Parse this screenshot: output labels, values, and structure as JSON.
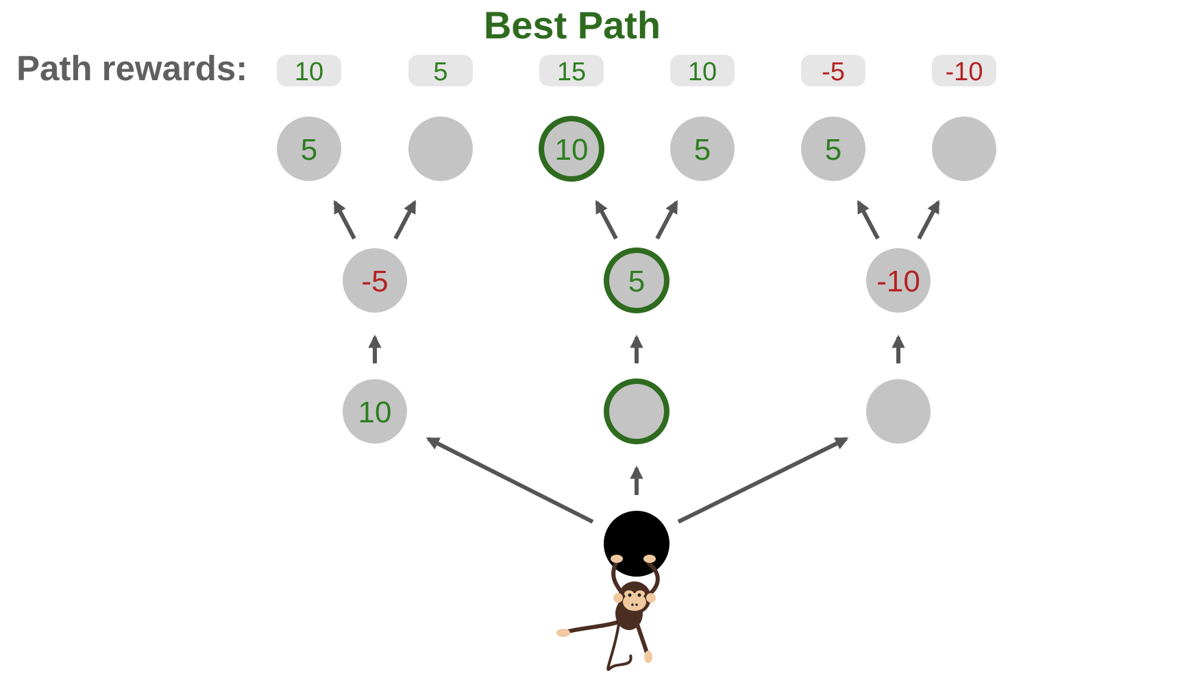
{
  "title": "Best Path",
  "rewards_label": "Path rewards:",
  "colors": {
    "positive": "#2e7d20",
    "negative": "#b52222",
    "best_path": "#2e6b1f",
    "node_fill": "#c4c4c4",
    "pill_fill": "#e6e6e6",
    "arrow": "#555555",
    "root": "#000000"
  },
  "path_rewards": [
    {
      "value": "10",
      "sign": "positive"
    },
    {
      "value": "5",
      "sign": "positive"
    },
    {
      "value": "15",
      "sign": "positive"
    },
    {
      "value": "10",
      "sign": "positive"
    },
    {
      "value": "-5",
      "sign": "negative"
    },
    {
      "value": "-10",
      "sign": "negative"
    }
  ],
  "levels": {
    "level1": [
      {
        "label": "10",
        "sign": "positive",
        "best": false
      },
      {
        "label": "",
        "sign": "",
        "best": true
      },
      {
        "label": "",
        "sign": "",
        "best": false
      }
    ],
    "level2": [
      {
        "label": "-5",
        "sign": "negative",
        "best": false
      },
      {
        "label": "5",
        "sign": "positive",
        "best": true
      },
      {
        "label": "-10",
        "sign": "negative",
        "best": false
      }
    ],
    "level3": [
      {
        "label": "5",
        "sign": "positive",
        "best": false
      },
      {
        "label": "",
        "sign": "",
        "best": false
      },
      {
        "label": "10",
        "sign": "positive",
        "best": true
      },
      {
        "label": "5",
        "sign": "positive",
        "best": false
      },
      {
        "label": "5",
        "sign": "positive",
        "best": false
      },
      {
        "label": "",
        "sign": "",
        "best": false
      }
    ]
  },
  "agent_icon": "monkey-icon"
}
